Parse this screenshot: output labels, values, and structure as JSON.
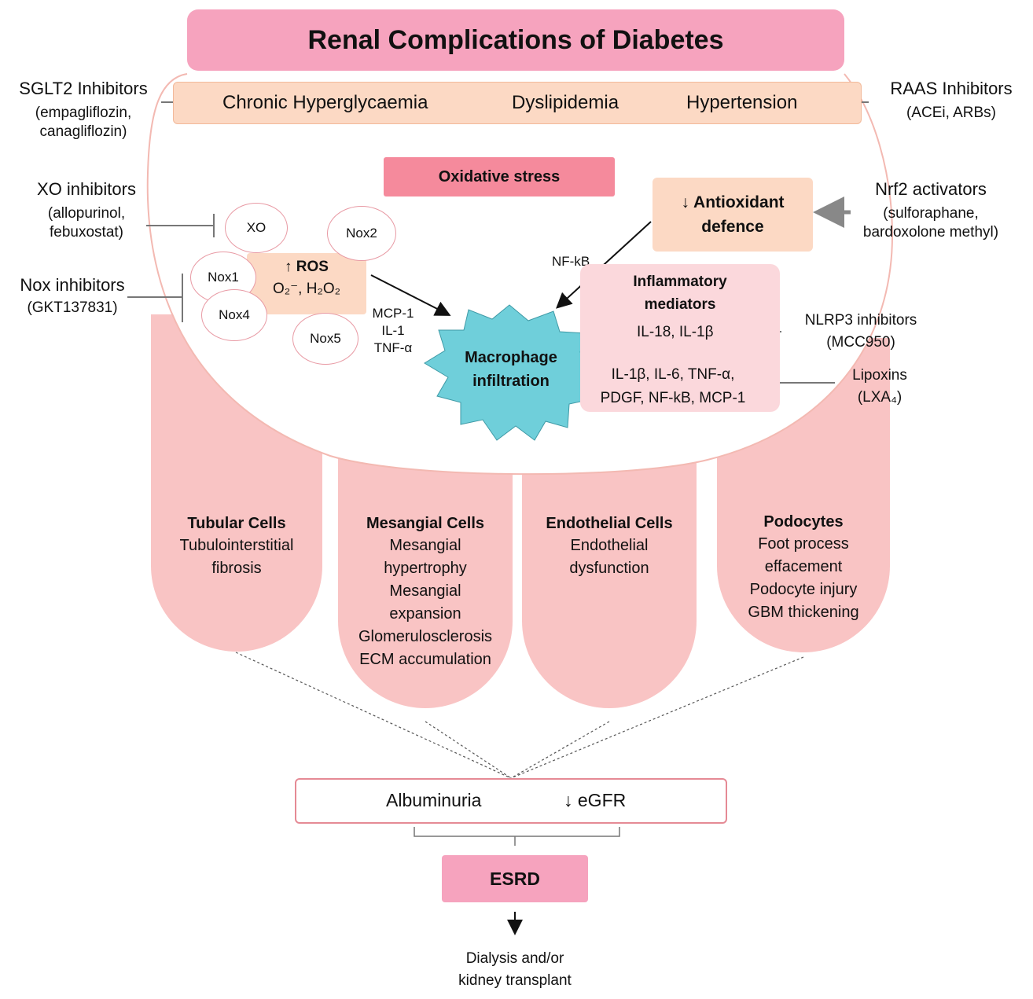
{
  "title": "Renal Complications of Diabetes",
  "risk_factors": [
    "Chronic Hyperglycaemia",
    "Dyslipidemia",
    "Hypertension"
  ],
  "sglt2": {
    "label": "SGLT2 Inhibitors",
    "sub1": "(empagliflozin,",
    "sub2": "canagliflozin)"
  },
  "raas": {
    "label": "RAAS Inhibitors",
    "sub": "(ACEi, ARBs)"
  },
  "xo_inhib": {
    "label": "XO inhibitors",
    "sub1": "(allopurinol,",
    "sub2": "febuxostat)"
  },
  "nox_inhib": {
    "label": "Nox inhibitors",
    "sub": "(GKT137831)"
  },
  "nrf2": {
    "label": "Nrf2 activators",
    "sub1": "(sulforaphane,",
    "sub2": "bardoxolone methyl)"
  },
  "oxidative_stress": "Oxidative stress",
  "antioxidant": {
    "line1": "↓ Antioxidant",
    "line2": "defence"
  },
  "ros": {
    "title": "↑ ROS",
    "species": "O₂⁻, H₂O₂"
  },
  "enzymes": [
    "XO",
    "Nox2",
    "Nox1",
    "Nox4",
    "Nox5"
  ],
  "nfkb_label": "NF-kB",
  "cytokines": [
    "MCP-1",
    "IL-1",
    "TNF-α"
  ],
  "macrophage": {
    "line1": "Macrophage",
    "line2": "infiltration"
  },
  "inflammatory": {
    "title1": "Inflammatory",
    "title2": "mediators",
    "group1": "IL-18, IL-1β",
    "group2_line1": "IL-1β, IL-6, TNF-α,",
    "group2_line2": "PDGF, NF-kB, MCP-1"
  },
  "nlrp3": {
    "label": "NLRP3 inhibitors",
    "sub": "(MCC950)"
  },
  "lipoxins": {
    "label": "Lipoxins",
    "sub": "(LXA₄)"
  },
  "cells": [
    {
      "title": "Tubular Cells",
      "lines": [
        "Tubulointerstitial",
        "fibrosis"
      ]
    },
    {
      "title": "Mesangial Cells",
      "lines": [
        "Mesangial",
        "hypertrophy",
        "Mesangial",
        "expansion",
        "Glomerulosclerosis",
        "ECM accumulation"
      ]
    },
    {
      "title": "Endothelial Cells",
      "lines": [
        "Endothelial",
        "dysfunction"
      ]
    },
    {
      "title": "Podocytes",
      "lines": [
        "Foot process",
        "effacement",
        "Podocyte injury",
        "GBM thickening"
      ]
    }
  ],
  "outcomes": [
    "Albuminuria",
    "↓ eGFR"
  ],
  "esrd": "ESRD",
  "final": {
    "line1": "Dialysis and/or",
    "line2": "kidney transplant"
  },
  "colors": {
    "title": "#f6a3be",
    "peach": "#fcd9c4",
    "pink_cell": "#f9c4c4",
    "macrophage": "#6fcfda",
    "ox_stress": "#f58a9c",
    "outline": "#e58a95"
  }
}
